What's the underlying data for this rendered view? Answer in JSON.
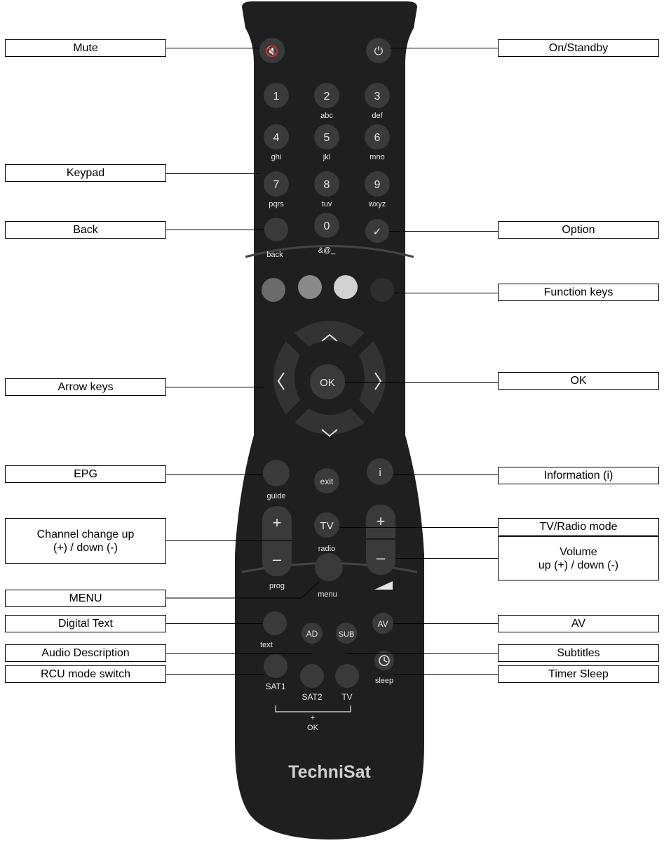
{
  "callouts": {
    "mute": "Mute",
    "on_standby": "On/Standby",
    "keypad": "Keypad",
    "back": "Back",
    "option": "Option",
    "function_keys": "Function keys",
    "arrow_keys": "Arrow keys",
    "ok": "OK",
    "epg": "EPG",
    "information": "Information (i)",
    "channel_change": "Channel change up\n(+) / down (-)",
    "tv_radio_mode": "TV/Radio mode",
    "volume": "Volume\nup (+) / down (-)",
    "menu": "MENU",
    "digital_text": "Digital Text",
    "av": "AV",
    "audio_description": "Audio Description",
    "subtitles": "Subtitles",
    "rcu_mode_switch": "RCU mode switch",
    "timer_sleep": "Timer Sleep"
  },
  "remote": {
    "brand": "TechniSat",
    "keypad": [
      {
        "digit": "1",
        "sub": ""
      },
      {
        "digit": "2",
        "sub": "abc"
      },
      {
        "digit": "3",
        "sub": "def"
      },
      {
        "digit": "4",
        "sub": "ghi"
      },
      {
        "digit": "5",
        "sub": "jkl"
      },
      {
        "digit": "6",
        "sub": "mno"
      },
      {
        "digit": "7",
        "sub": "pqrs"
      },
      {
        "digit": "8",
        "sub": "tuv"
      },
      {
        "digit": "9",
        "sub": "wxyz"
      }
    ],
    "zero": {
      "digit": "0",
      "sub": "&@_"
    },
    "back_label": "back",
    "option_glyph": "✓",
    "ok_label": "OK",
    "exit_label": "exit",
    "info_label": "i",
    "guide_label": "guide",
    "plus": "+",
    "minus": "–",
    "prog_label": "prog",
    "tv_label": "TV",
    "radio_label": "radio",
    "menu_label": "menu",
    "text_label": "text",
    "ad_label": "AD",
    "sub_label": "SUB",
    "av_label": "AV",
    "sat1_label": "SAT1",
    "sat2_label": "SAT2",
    "tv_mode_label": "TV",
    "sleep_label": "sleep",
    "combo_plus": "+",
    "combo_ok": "OK",
    "power_glyph": "⏻",
    "mute_glyph": "🔇",
    "colors": {
      "body": "#1f1f1f",
      "button": "#3a3a3a",
      "red": "#6b6b6b",
      "green": "#8a8a8a",
      "yellow": "#d2d2d2",
      "blue": "#2e2e2e",
      "label": "#e6e6e6"
    }
  }
}
